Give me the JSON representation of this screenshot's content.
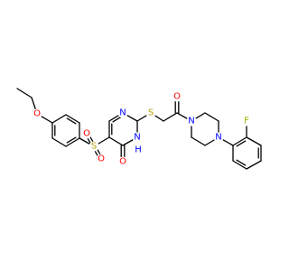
{
  "colors": {
    "bond": "#000000",
    "oxygen": "#ff0000",
    "nitrogen": "#0000ff",
    "sulfur": "#b3a000",
    "fluorine": "#9ab300",
    "background": "#ffffff"
  },
  "atom_labels": {
    "ether_o": "O",
    "sulfonyl_s": "S",
    "sulfonyl_o1": "O",
    "sulfonyl_o2": "O",
    "ring_n_top": "N",
    "ring_nh_n": "N",
    "ring_nh_h": "H",
    "keto_o": "O",
    "thioether_s": "S",
    "amide_o": "O",
    "piperazine_n1": "N",
    "piperazine_n4": "N",
    "fluorine": "F"
  }
}
